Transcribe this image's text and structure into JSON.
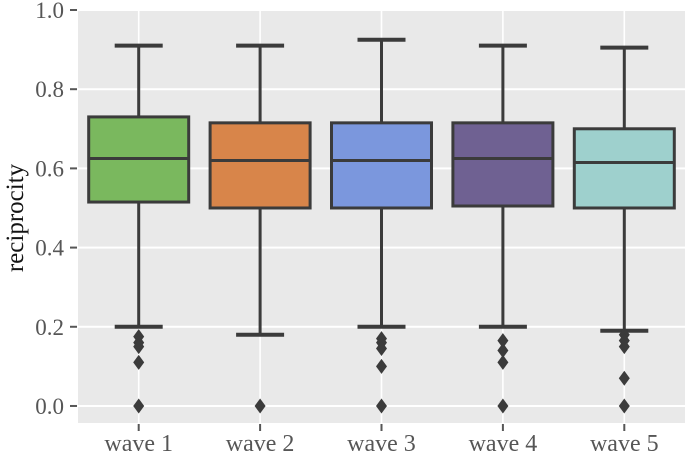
{
  "figure": {
    "ylabel": "reciprocity",
    "panel_background": "#e9e9e9",
    "grid_color": "#ffffff",
    "line_color": "#3b3b3b",
    "tick_text_color": "#565656",
    "axis_label_color": "#141414"
  },
  "chart_data": {
    "type": "boxplot",
    "title": "",
    "xlabel": "",
    "ylabel": "reciprocity",
    "categories": [
      "wave 1",
      "wave 2",
      "wave 3",
      "wave 4",
      "wave 5"
    ],
    "ylim": [
      -0.043,
      1.0
    ],
    "grid": true,
    "legend": "none",
    "yticks": [
      {
        "value": 0.0,
        "label": "0.0"
      },
      {
        "value": 0.2,
        "label": "0.2"
      },
      {
        "value": 0.4,
        "label": "0.4"
      },
      {
        "value": 0.6,
        "label": "0.6"
      },
      {
        "value": 0.8,
        "label": "0.8"
      },
      {
        "value": 1.0,
        "label": "1.0"
      }
    ],
    "series": [
      {
        "name": "wave 1",
        "color": "#7ab85e",
        "whisker_low": 0.2,
        "q1": 0.515,
        "median": 0.625,
        "q3": 0.73,
        "whisker_high": 0.91,
        "outliers": [
          0.175,
          0.16,
          0.15,
          0.11,
          0.0
        ]
      },
      {
        "name": "wave 2",
        "color": "#d8854a",
        "whisker_low": 0.18,
        "q1": 0.5,
        "median": 0.62,
        "q3": 0.715,
        "whisker_high": 0.91,
        "outliers": [
          0.0
        ]
      },
      {
        "name": "wave 3",
        "color": "#7b97dd",
        "whisker_low": 0.2,
        "q1": 0.5,
        "median": 0.62,
        "q3": 0.715,
        "whisker_high": 0.925,
        "outliers": [
          0.17,
          0.16,
          0.145,
          0.1,
          0.0
        ]
      },
      {
        "name": "wave 4",
        "color": "#6f6192",
        "whisker_low": 0.2,
        "q1": 0.505,
        "median": 0.625,
        "q3": 0.715,
        "whisker_high": 0.91,
        "outliers": [
          0.165,
          0.14,
          0.11,
          0.0
        ]
      },
      {
        "name": "wave 5",
        "color": "#9ed0cd",
        "whisker_low": 0.19,
        "q1": 0.5,
        "median": 0.615,
        "q3": 0.7,
        "whisker_high": 0.905,
        "outliers": [
          0.18,
          0.165,
          0.15,
          0.07,
          0.0
        ]
      }
    ]
  }
}
